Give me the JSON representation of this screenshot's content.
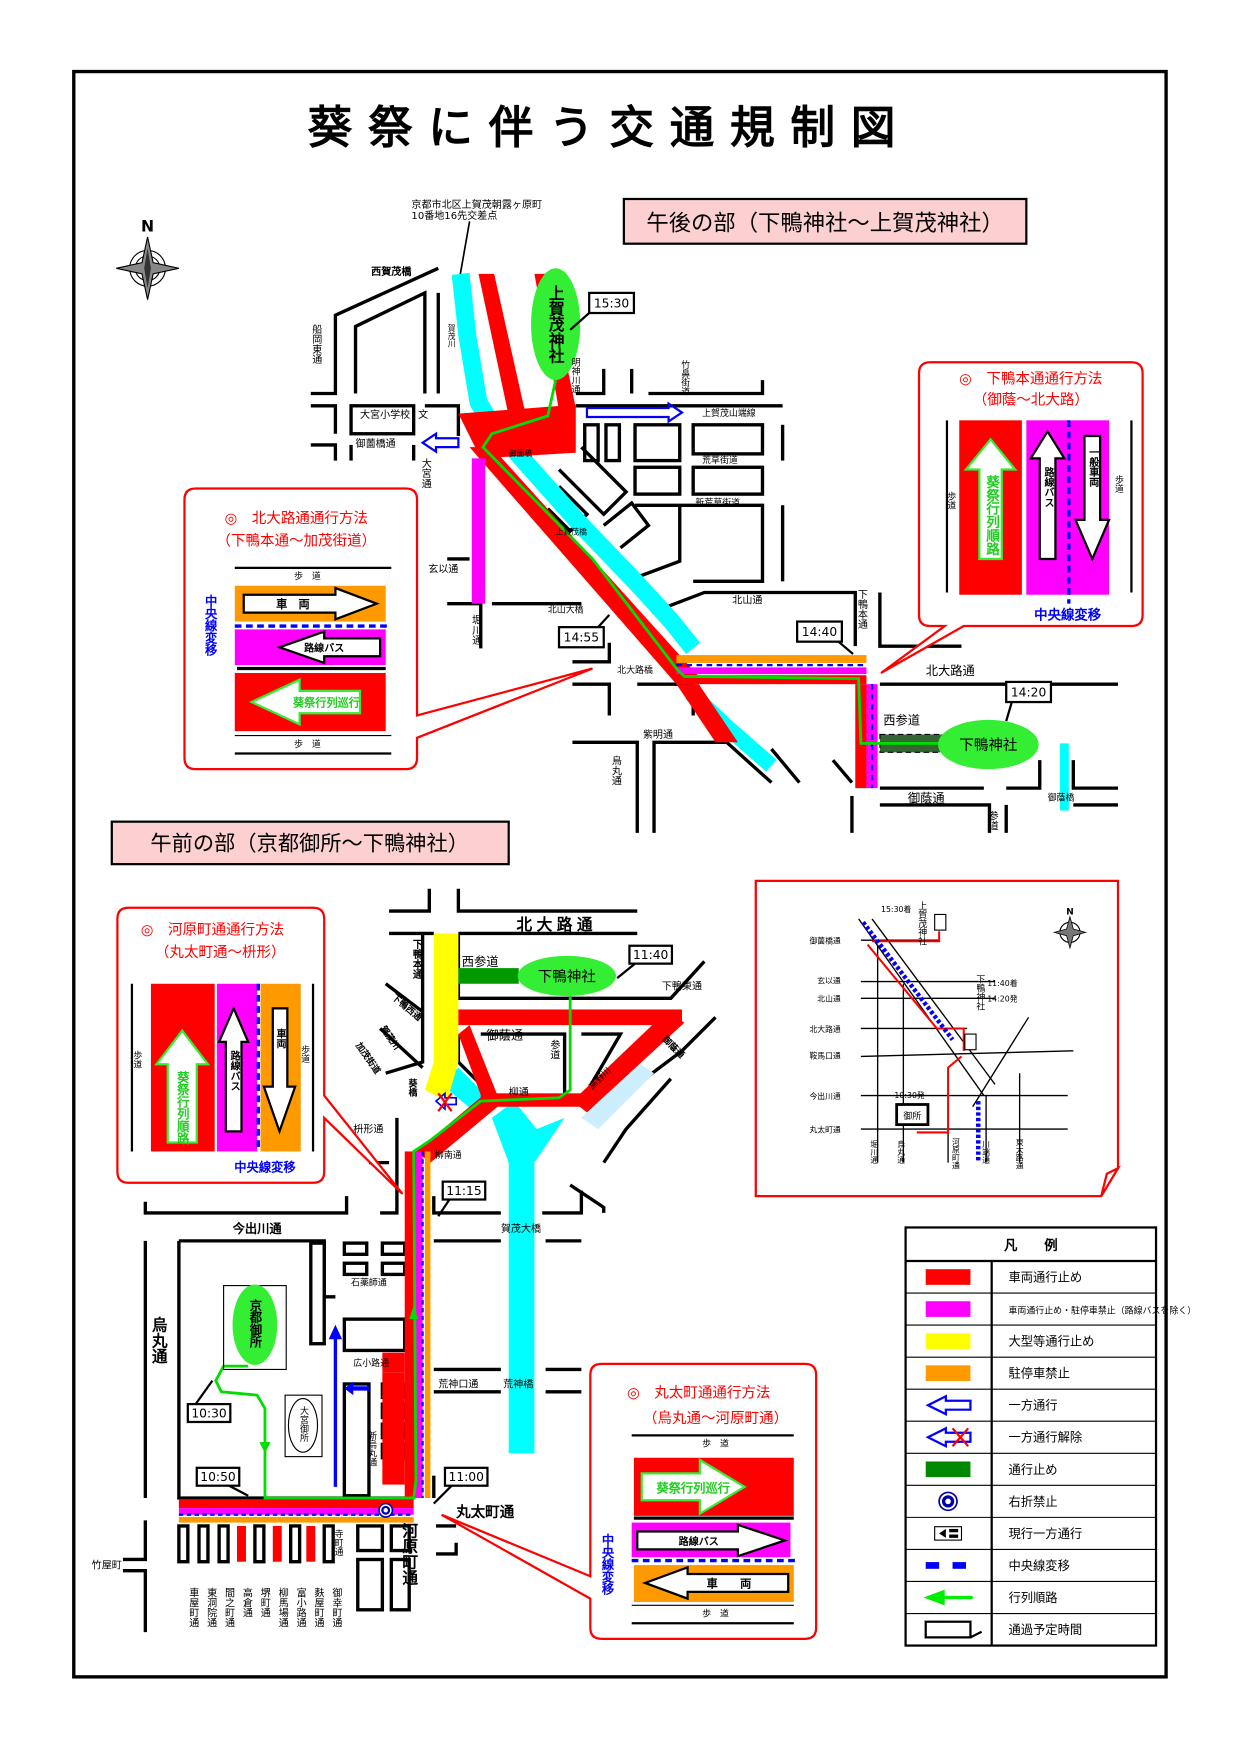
{
  "title": "葵祭に伴う交通規制図",
  "sections": {
    "afternoon": "午後の部（下鴨神社～上賀茂神社）",
    "morning": "午前の部（京都御所～下鴨神社）"
  },
  "compass": "N",
  "address": [
    "京都市北区上賀茂朝露ヶ原町",
    "10番地16先交差点"
  ],
  "shrines": {
    "kamigamo": "上賀茂神社",
    "shimogamo_top": "下鴨神社",
    "shimogamo_bottom": "下鴨神社",
    "gosho": "京都御所",
    "omiya_gosho": "大宮御所"
  },
  "times": {
    "t1530": "15:30",
    "t1455": "14:55",
    "t1440": "14:40",
    "t1420": "14:20",
    "t1140": "11:40",
    "t1115": "11:15",
    "t1100": "11:00",
    "t1050": "10:50",
    "t1030": "10:30"
  },
  "top_labels": {
    "nishigamo": "西賀茂橋",
    "funaoka": "船岡東通",
    "school": "大宮小学校",
    "school_symbol": "文",
    "misono": "御薗橋通",
    "misono_bridge": "御薗橋",
    "omiya": "大宮通",
    "genbu": "玄以通",
    "horikawa": "堀川通",
    "kitayama_bridge": "北山大橋",
    "kitaoji_bridge": "北大路橋",
    "shimei": "紫明通",
    "karasuma": "烏丸通",
    "kitayama": "北山通",
    "shimogamo_hon": "下鴨本通",
    "kitaoji": "北大路通",
    "nishisando": "西参道",
    "mikage": "御蔭通",
    "sando": "参道",
    "mikage_bridge": "御蔭橋",
    "sanroku": "上賀茂山端線",
    "arakusa": "荒草街道",
    "shin_arakusa": "新荒草街道",
    "myojin": "明神川通",
    "takehana": "竹鼻街道",
    "kamigamo_bridge": "上賀茂橋",
    "kamogawa": "賀茂川"
  },
  "bottom_labels": {
    "kitaoji": "北大路通",
    "shimogamo_hon": "下鴨本通",
    "nishisando": "西参道",
    "shimogamo_nishi": "下鴨西通",
    "kamogawa": "賀茂川",
    "kamo_kaido": "加茂街道",
    "aoi_bridge": "葵橋",
    "mikage": "御蔭通",
    "sando": "参道",
    "yanagi": "柳通",
    "shimogamo_higashi": "下鴨東通",
    "mikage_right": "御蔭通",
    "takano": "高野川",
    "masugata": "枡形通",
    "yanaginan": "柳南通",
    "kamo_ohashi": "賀茂大橋",
    "imadegawa": "今出川通",
    "karasuma": "烏丸通",
    "ishiyakushi": "石薬師通",
    "hirokoji": "広小路通",
    "kojin": "荒神口通",
    "kojin_bridge": "荒神橋",
    "shin_karasuma": "新烏丸通",
    "marutamachi": "丸太町通",
    "kawaramachi": "河原町通",
    "teramachi": "寺町通",
    "takeyamachi": "竹屋町",
    "south_streets": [
      "車屋町通",
      "東洞院通",
      "間之町通",
      "高倉通",
      "堺町通",
      "柳馬場通",
      "富小路通",
      "麩屋町通",
      "御幸町通"
    ]
  },
  "panels": {
    "kitaoji": {
      "title": "◎　北大路通通行方法",
      "subtitle": "（下鴨本通～加茂街道）",
      "sidewalk": "歩　道",
      "vehicle": "車　両",
      "bus": "路線バス",
      "procession": "葵祭行列巡行",
      "center": "中央線変移"
    },
    "shimogamo": {
      "title": "◎　下鴨本通通行方法",
      "subtitle": "（御蔭～北大路）",
      "sidewalk": "歩道",
      "vehicle": "一般車両",
      "bus": "路線バス",
      "procession": "葵祭行列順路",
      "center": "中央線変移"
    },
    "kawaramachi": {
      "title": "◎　河原町通通行方法",
      "subtitle": "（丸太町通～枡形）",
      "sidewalk": "歩道",
      "vehicle": "車両",
      "bus": "路線バス",
      "procession": "葵祭行列順路",
      "center": "中央線変移"
    },
    "marutamachi": {
      "title": "◎　丸太町通通行方法",
      "subtitle": "（烏丸通～河原町通）",
      "sidewalk": "歩　道",
      "vehicle": "車　　両",
      "bus": "路線バス",
      "procession": "葵祭行列巡行",
      "center": "中央線変移"
    }
  },
  "overview": {
    "compass": "N",
    "arrive_kamigamo": "15:30着",
    "kamigamo": "上賀茂神社",
    "shimogamo": "下鴨神社",
    "arrive_shimogamo": "11:40着",
    "depart_shimogamo": "14:20発",
    "depart_gosho": "10:30発",
    "gosho": "御所",
    "rows": [
      "御薗橋通",
      "玄以通",
      "北山通",
      "北大路通",
      "鞍馬口通",
      "今出川通",
      "丸太町通"
    ],
    "cols": [
      "堀川通",
      "烏丸通",
      "河原町通",
      "川端通",
      "東大路通"
    ]
  },
  "legend": {
    "header": "凡　　例",
    "items": [
      {
        "label": "車両通行止め",
        "color": "#ff0000"
      },
      {
        "label": "車両通行止め・駐停車禁止（路線バスを除く）",
        "color": "#ff00ff"
      },
      {
        "label": "大型等通行止め",
        "color": "#ffff00"
      },
      {
        "label": "駐停車禁止",
        "color": "#ff9900"
      },
      {
        "label": "一方通行",
        "color": "#0000ff"
      },
      {
        "label": "一方通行解除",
        "color": "#0000ff"
      },
      {
        "label": "通行止め",
        "color": "#008800"
      },
      {
        "label": "右折禁止",
        "color": "#0000aa"
      },
      {
        "label": "現行一方通行",
        "color": "#000000"
      },
      {
        "label": "中央線変移",
        "color": "#0000ff"
      },
      {
        "label": "行列順路",
        "color": "#00ee00"
      },
      {
        "label": "通過予定時間",
        "color": "#000000"
      }
    ]
  }
}
